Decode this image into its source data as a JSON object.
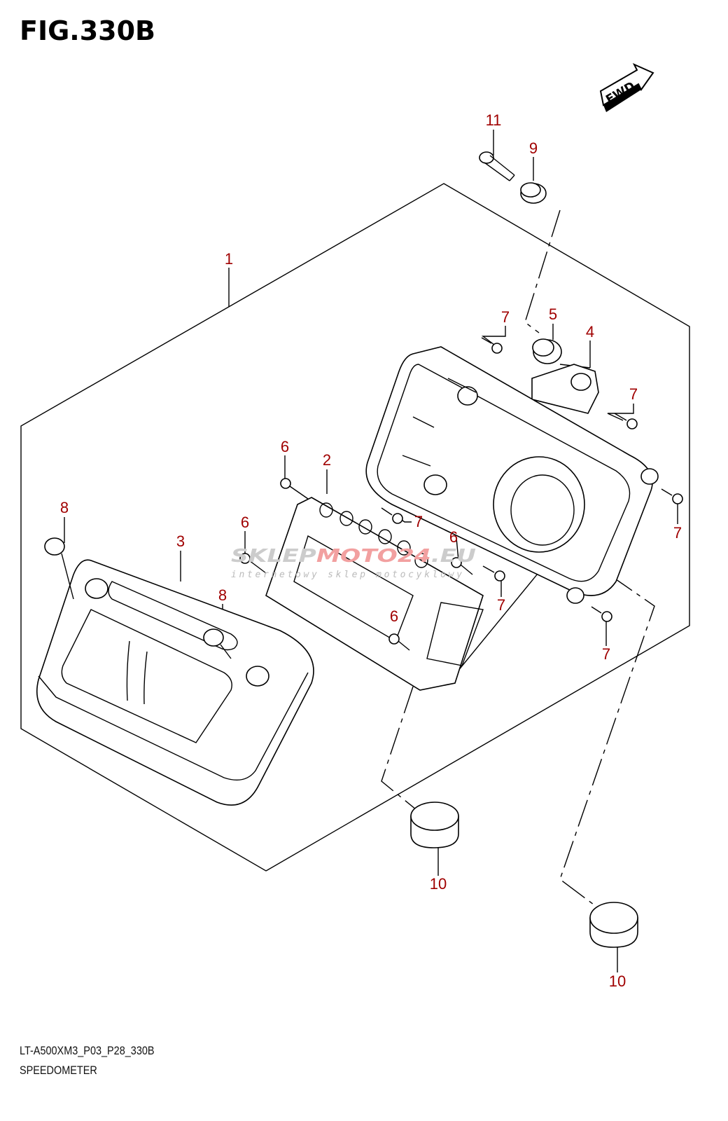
{
  "figure": {
    "title": "FIG.330B",
    "code": "LT-A500XM3_P03_P28_330B",
    "caption": "SPEEDOMETER",
    "fwd_label": "FWD"
  },
  "callouts": [
    "11",
    "9",
    "1",
    "7",
    "5",
    "4",
    "7",
    "6",
    "2",
    "8",
    "6",
    "3",
    "7",
    "6",
    "7",
    "8",
    "7",
    "6",
    "7",
    "10",
    "10"
  ],
  "watermark": {
    "brand_gray": "SKLEP",
    "brand_red": "MOTO24",
    "suffix": ".EU",
    "tagline": "internetowy sklep motocyklowy"
  },
  "colors": {
    "callout": "#a00000",
    "line": "#000000"
  }
}
